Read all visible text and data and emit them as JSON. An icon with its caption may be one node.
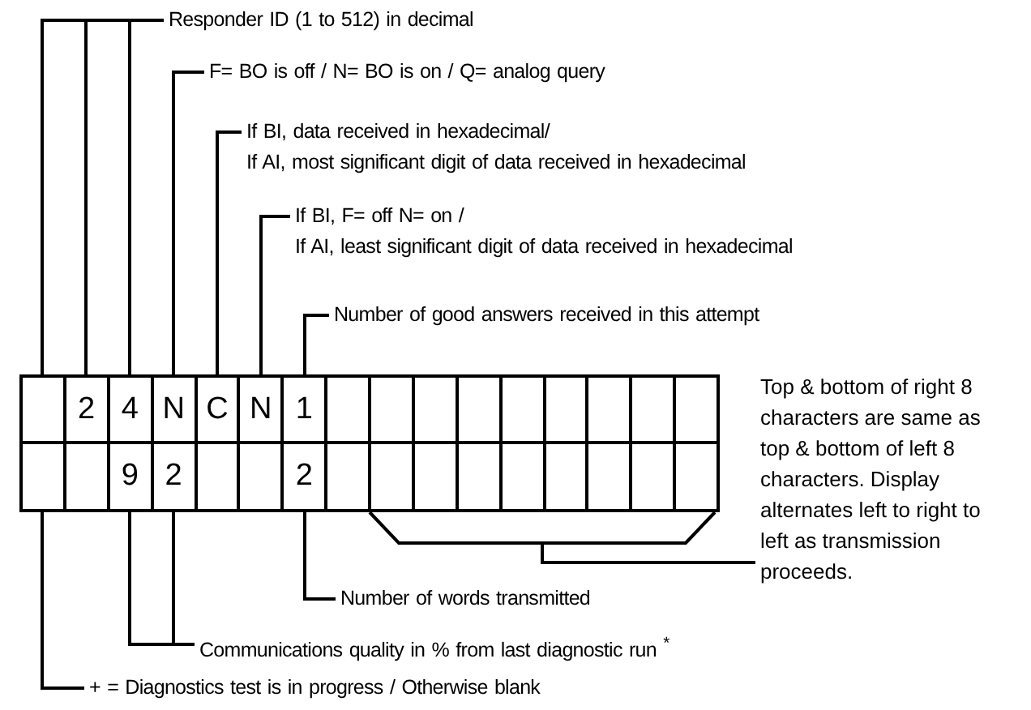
{
  "diagram": {
    "nodes": [
      {
        "text": [
          "Responder ID (1 to 512) in decimal"
        ]
      },
      {
        "text": [
          "F= BO is off / N= BO is on / Q= analog query"
        ]
      },
      {
        "text": [
          "If BI, data received in hexadecimal/",
          "If AI, most significant digit of data received in hexadecimal"
        ]
      },
      {
        "text": [
          "If BI, F= off N= on /",
          "If AI, least significant digit of data received in hexadecimal"
        ]
      },
      {
        "text": [
          "Number of good answers received in this attempt"
        ]
      },
      {
        "text": [],
        "shape": "box"
      },
      {
        "text": [
          "2"
        ]
      },
      {
        "text": [
          "4"
        ]
      },
      {
        "text": [
          "N"
        ]
      },
      {
        "text": [
          "C"
        ]
      },
      {
        "text": [
          "N"
        ]
      },
      {
        "text": [
          "1"
        ]
      },
      {
        "text": [],
        "shape": "box"
      },
      {
        "text": [],
        "shape": "box"
      },
      {
        "text": [],
        "shape": "box"
      },
      {
        "text": [],
        "shape": "box"
      },
      {
        "text": [],
        "shape": "box"
      },
      {
        "text": [],
        "shape": "box"
      },
      {
        "text": [],
        "shape": "box"
      },
      {
        "text": [],
        "shape": "box"
      },
      {
        "text": [],
        "shape": "box"
      },
      {
        "text": [],
        "shape": "box"
      },
      {
        "text": [],
        "shape": "box"
      },
      {
        "text": [
          "9"
        ]
      },
      {
        "text": [
          "2"
        ]
      },
      {
        "text": [],
        "shape": "box"
      },
      {
        "text": [],
        "shape": "box"
      },
      {
        "text": [
          "2"
        ]
      },
      {
        "text": [],
        "shape": "box"
      },
      {
        "text": [],
        "shape": "box"
      },
      {
        "text": [],
        "shape": "box"
      },
      {
        "text": [],
        "shape": "box"
      },
      {
        "text": [],
        "shape": "box"
      },
      {
        "text": [],
        "shape": "box"
      },
      {
        "text": [],
        "shape": "box"
      },
      {
        "text": [],
        "shape": "box"
      },
      {
        "text": [],
        "shape": "box"
      },
      {
        "text": [
          "Top & bottom of right 8 characters are same as top & bottom of left 8 characters. Display alternates left to right to left as transmission proceeds."
        ]
      },
      {
        "text": [],
        "shape": "bracket"
      },
      {
        "text": [
          "Number of words transmitted"
        ]
      },
      {
        "text": [
          "Communications quality in % from last diagnostic run $^{*}$"
        ]
      },
      {
        "text": [
          "+ = Diagnostics test is in progress / Otherwise blank"
        ]
      }
    ],
    "edges": [
      {
        "from": 0,
        "to": 5,
        "arrow": "none"
      },
      {
        "from": 0,
        "to": 6,
        "arrow": "none"
      },
      {
        "from": 0,
        "to": 7,
        "arrow": "none"
      },
      {
        "from": 1,
        "to": 8,
        "arrow": "none"
      },
      {
        "from": 2,
        "to": 9,
        "arrow": "none"
      },
      {
        "from": 3,
        "to": 10,
        "arrow": "none"
      },
      {
        "from": 4,
        "to": 11,
        "arrow": "none"
      },
      {
        "from": 37,
        "to": 38,
        "arrow": "none"
      },
      {
        "from": 39,
        "to": 27,
        "arrow": "none"
      },
      {
        "from": 40,
        "to": 23,
        "arrow": "none"
      },
      {
        "from": 40,
        "to": 24,
        "arrow": "none"
      },
      {
        "from": 41,
        "to": 21,
        "arrow": "none"
      }
    ]
  }
}
